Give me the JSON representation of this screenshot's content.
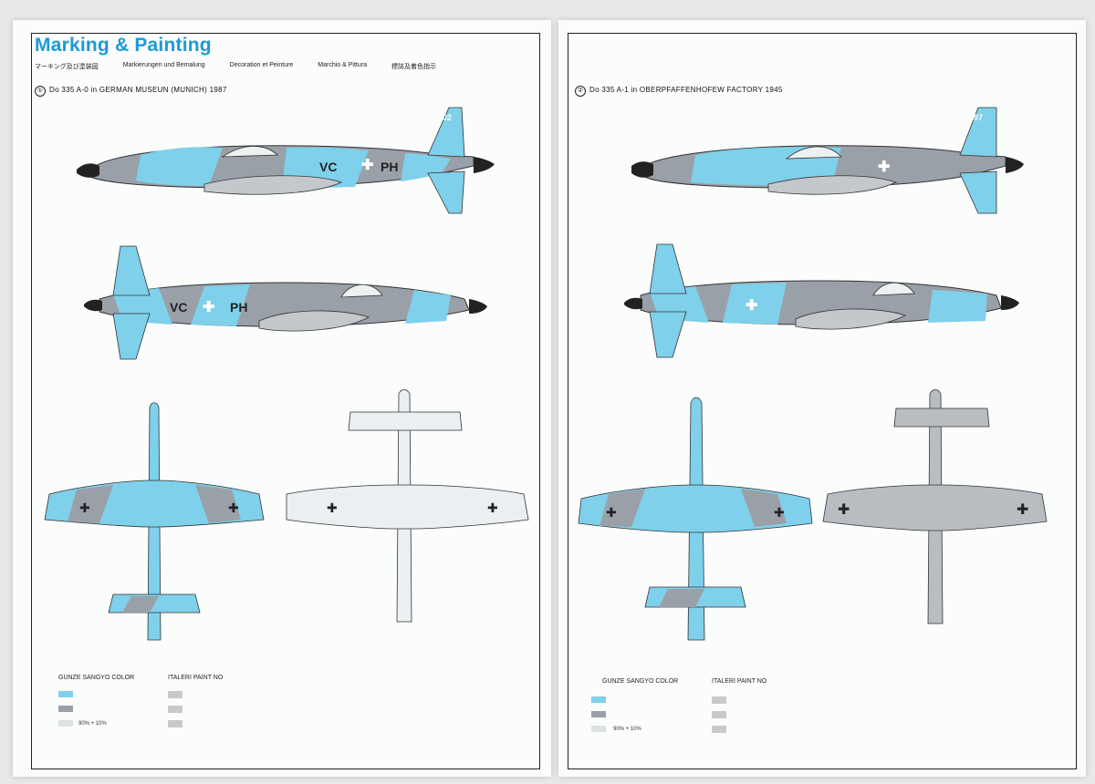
{
  "header": {
    "title": "Marking & Painting",
    "subtitles": [
      "マーキング及び塗装図",
      "Markierungen und Bemalung",
      "Decoration et Peinture",
      "Marchio & Pittura",
      "標誌及着色指示"
    ]
  },
  "schemes": [
    {
      "number": "①",
      "caption": "Do 335 A-0 in GERMAN MUSEUN (MUNICH) 1987",
      "codes": [
        "VC",
        "PH"
      ],
      "tail_number": "102"
    },
    {
      "number": "②",
      "caption": "Do 335 A-1 in OBERPFAFFENHOFEW FACTORY 1945",
      "tail_number": "107"
    }
  ],
  "legend": {
    "gunze_header": "GUNZE SANGYO COLOR",
    "italeri_header": "ITALERI PAINT NO",
    "mix_text": "90% + 10%",
    "colors": {
      "light_blue": "#7fd0ea",
      "gray": "#9aa0a7",
      "light_gray": "#dde1e4",
      "accent": "#1c9ad6"
    }
  }
}
